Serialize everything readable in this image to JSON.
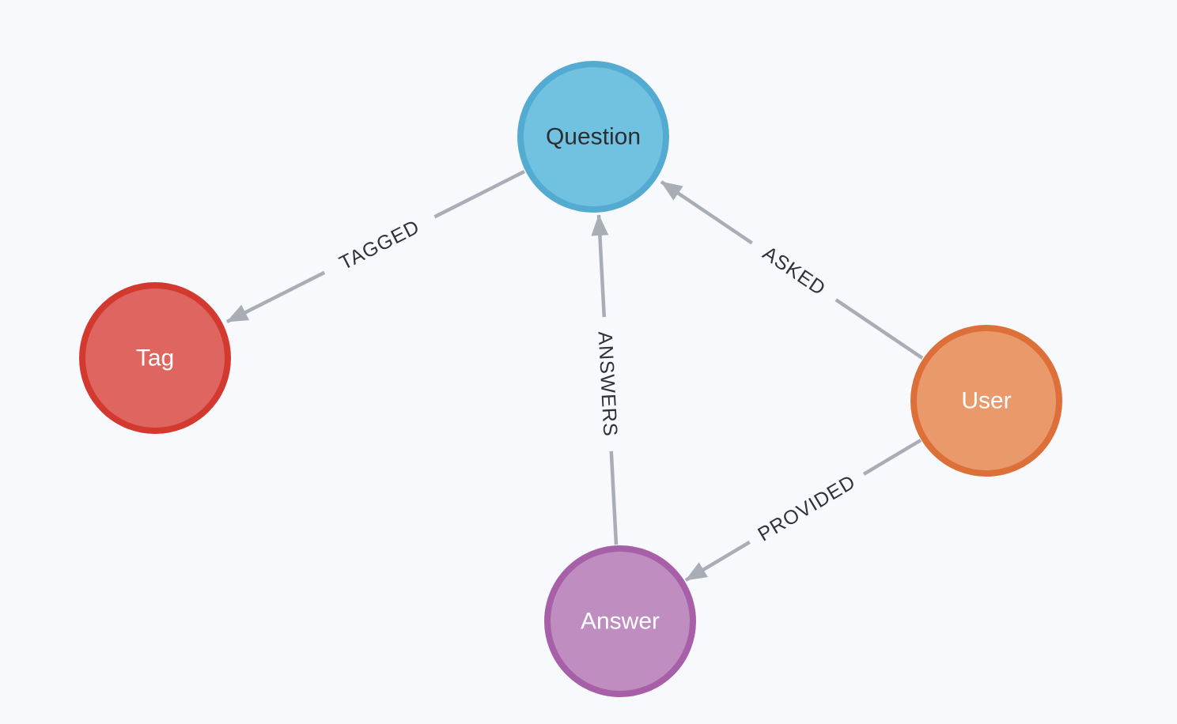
{
  "canvas": {
    "background": "#f8f9fc"
  },
  "graph": {
    "style": {
      "relationship_color": "#a9adb5",
      "relationship_label_color": "#2f3238"
    },
    "nodes": [
      {
        "label": "Question",
        "fill": "#71c2e0",
        "stroke": "#54abd1",
        "label_color": "#2b2e33"
      },
      {
        "label": "Tag",
        "fill": "#de6560",
        "stroke": "#d4392f",
        "label_color": "#ffffff"
      },
      {
        "label": "User",
        "fill": "#ea996a",
        "stroke": "#dd6f38",
        "label_color": "#ffffff"
      },
      {
        "label": "Answer",
        "fill": "#bf8dbf",
        "stroke": "#a75fa8",
        "label_color": "#ffffff"
      }
    ],
    "relationships": [
      {
        "type": "TAGGED",
        "from": "Question",
        "to": "Tag"
      },
      {
        "type": "ASKED",
        "from": "User",
        "to": "Question"
      },
      {
        "type": "ANSWERS",
        "from": "Answer",
        "to": "Question"
      },
      {
        "type": "PROVIDED",
        "from": "User",
        "to": "Answer"
      }
    ]
  }
}
